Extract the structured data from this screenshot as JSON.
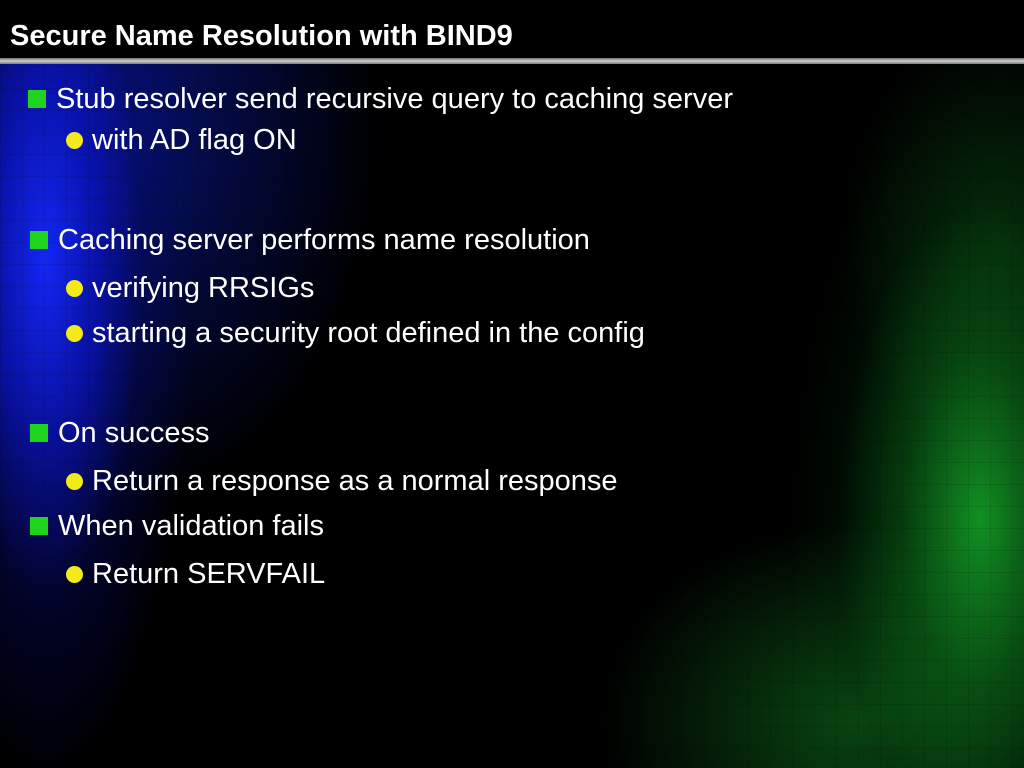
{
  "slide": {
    "title": "Secure Name Resolution with BIND9",
    "bullets": [
      {
        "text": "Stub resolver send recursive query to caching server",
        "subs": [
          "with AD flag ON"
        ]
      },
      {
        "text": "Caching server performs name resolution",
        "subs": [
          "verifying RRSIGs",
          "starting a security root defined in the config"
        ]
      },
      {
        "text": "On success",
        "subs": [
          "Return a response as a normal response"
        ]
      },
      {
        "text": "When validation fails",
        "subs": [
          "Return SERVFAIL"
        ]
      }
    ]
  },
  "colors": {
    "bullet_square": "#1fd41f",
    "bullet_dot": "#f2ea1a",
    "background_blue": "#1428ff",
    "background_green": "#14aa28",
    "text": "#ffffff"
  },
  "icons": {
    "level1": "green-square-bullet-icon",
    "level2": "yellow-circle-bullet-icon"
  }
}
